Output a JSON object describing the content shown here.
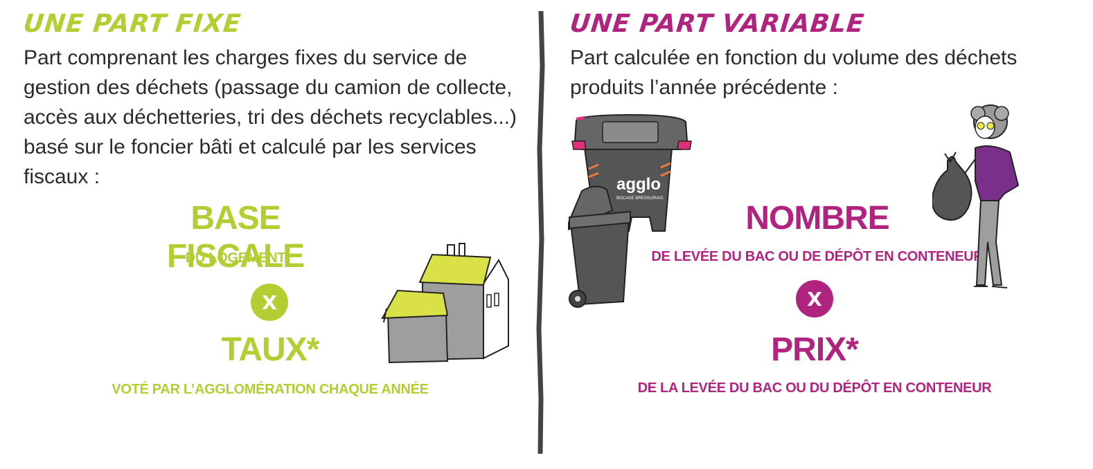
{
  "left": {
    "heading": "UNE PART FIXE",
    "description": "Part comprenant les charges fixes du service de gestion des déchets (passage du camion de collecte, accès aux déchetteries, tri des déchets recyclables...) basé sur le foncier bâti et calculé par les services fiscaux :",
    "term1": "BASE FISCALE",
    "term1_sub": "DU LOGEMENT",
    "operator": "X",
    "term2": "TAUX*",
    "term2_sub": "VOTÉ PAR L’AGGLOMÉRATION CHAQUE ANNÉE",
    "illustration_icon": "house-illustration"
  },
  "right": {
    "heading": "UNE PART VARIABLE",
    "description": "Part calculée en fonction du volume des déchets produits l’année précédente :",
    "term1": "NOMBRE",
    "term1_sub": "DE LEVÉE DU BAC OU DE DÉPÔT EN CONTENEUR",
    "operator": "X",
    "term2": "PRIX*",
    "term2_sub": "DE LA LEVÉE DU BAC OU DU DÉPÔT EN CONTENEUR",
    "bin_logo": "agglo",
    "bin_logo_sub": "BOCAGE BRESSUIRAIS",
    "illustration_icons": [
      "waste-bin-illustration",
      "woman-with-bag-illustration"
    ]
  },
  "colors": {
    "green": "#b3cd33",
    "magenta": "#b0237f",
    "text": "#2b2b2b",
    "divider": "#444444"
  }
}
